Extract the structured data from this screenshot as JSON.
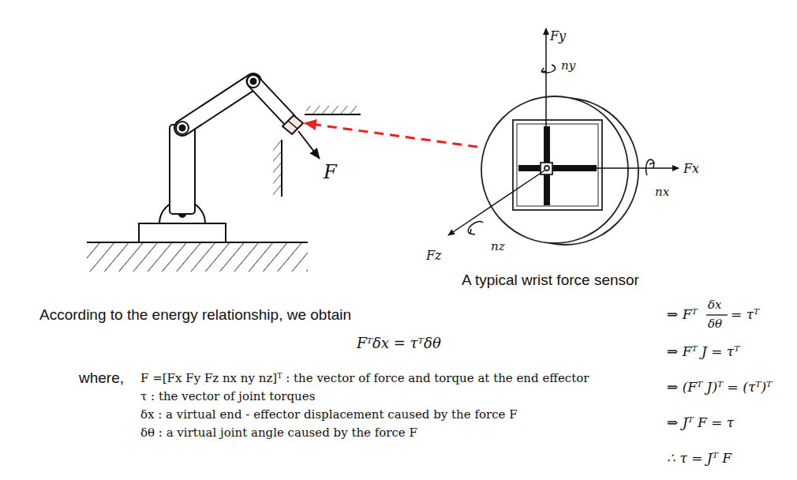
{
  "diagram": {
    "labels": [
      "F",
      "Fy",
      "ny",
      "Fx",
      "nx",
      "Fz",
      "nz",
      "A typical wrist force sensor",
      "According to the energy relationship, we obtain",
      "Fᵀδx = τᵀδθ",
      "where,",
      "F =[Fx Fy Fz nx ny nz]ᵀ : the vector of force and torque at the end effector",
      "τ : the vector of joint torques",
      "δx : a virtual end - effector displacement caused by the force F",
      "δθ : a virtual joint angle caused by the force F",
      "⇒ Fᵀ",
      "δx",
      "δθ",
      "= τᵀ",
      "⇒ Fᵀ J = τᵀ",
      "⇒ (Fᵀ J)ᵀ = (τᵀ)ᵀ",
      "⇒ Jᵀ F = τ",
      "∴ τ = Jᵀ F"
    ]
  }
}
